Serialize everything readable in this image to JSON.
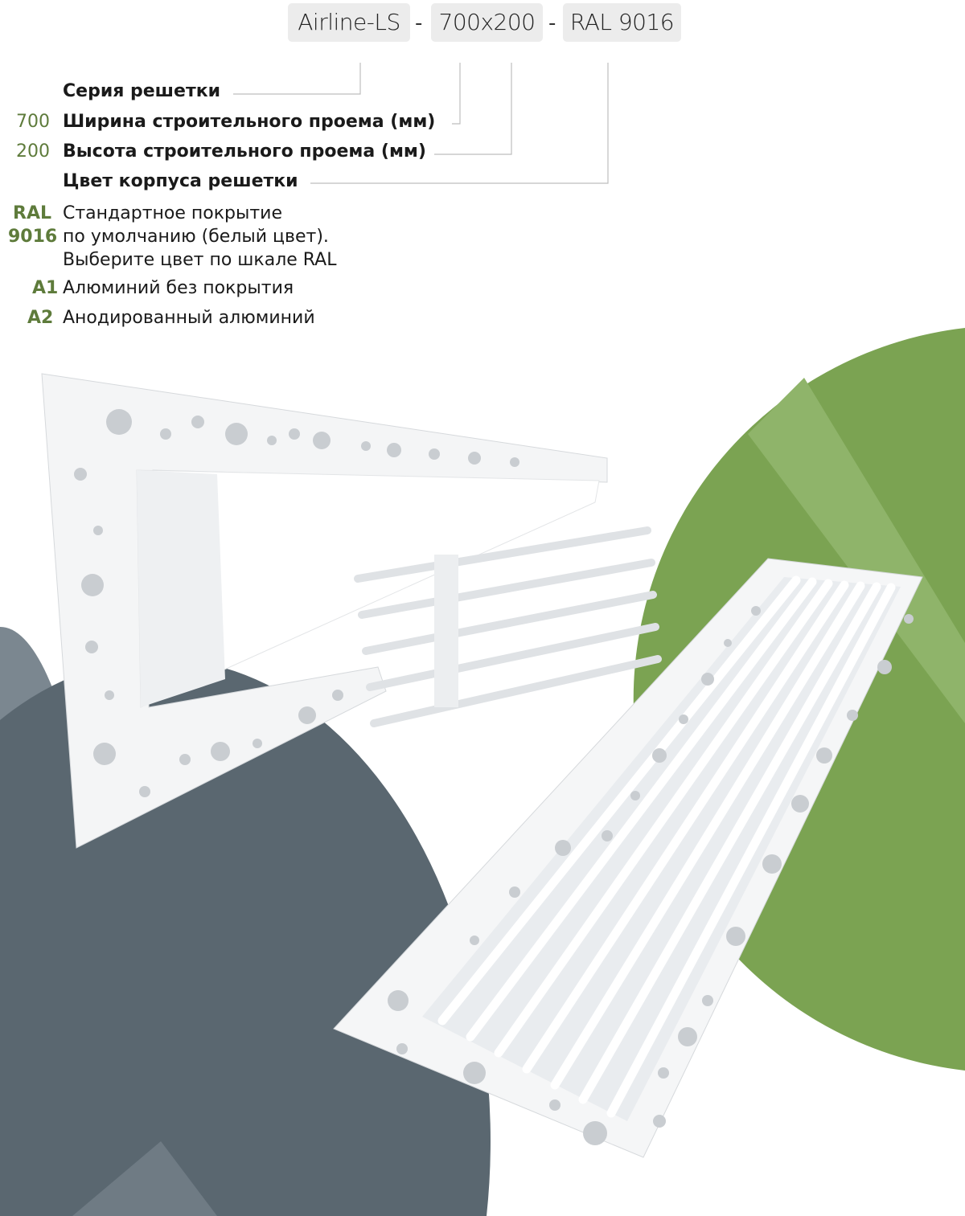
{
  "header": {
    "series": "Airline-LS",
    "size": "700x200",
    "color": "RAL 9016",
    "separator": "-"
  },
  "legend": [
    {
      "code": "",
      "label": "Серия решетки"
    },
    {
      "code": "700",
      "label": "Ширина строительного проема (мм)"
    },
    {
      "code": "200",
      "label": "Высота строительного проема (мм)"
    },
    {
      "code": "",
      "label": "Цвет корпуса решетки"
    }
  ],
  "colors_list": {
    "ral_code_1": "RAL",
    "ral_code_2": "9016",
    "ral_line_1": "Стандартное покрытие",
    "ral_line_2": "по умолчанию (белый цвет).",
    "ral_line_3": "Выберите цвет по шкале RAL",
    "a1_code": "A1",
    "a1_label": "Алюминий без покрытия",
    "a2_code": "A2",
    "a2_label": "Анодированный алюминий"
  },
  "palette": {
    "accent": "#5e7b3b",
    "green": "#7ba352",
    "slate": "#5a6770",
    "chip": "#ececec"
  }
}
